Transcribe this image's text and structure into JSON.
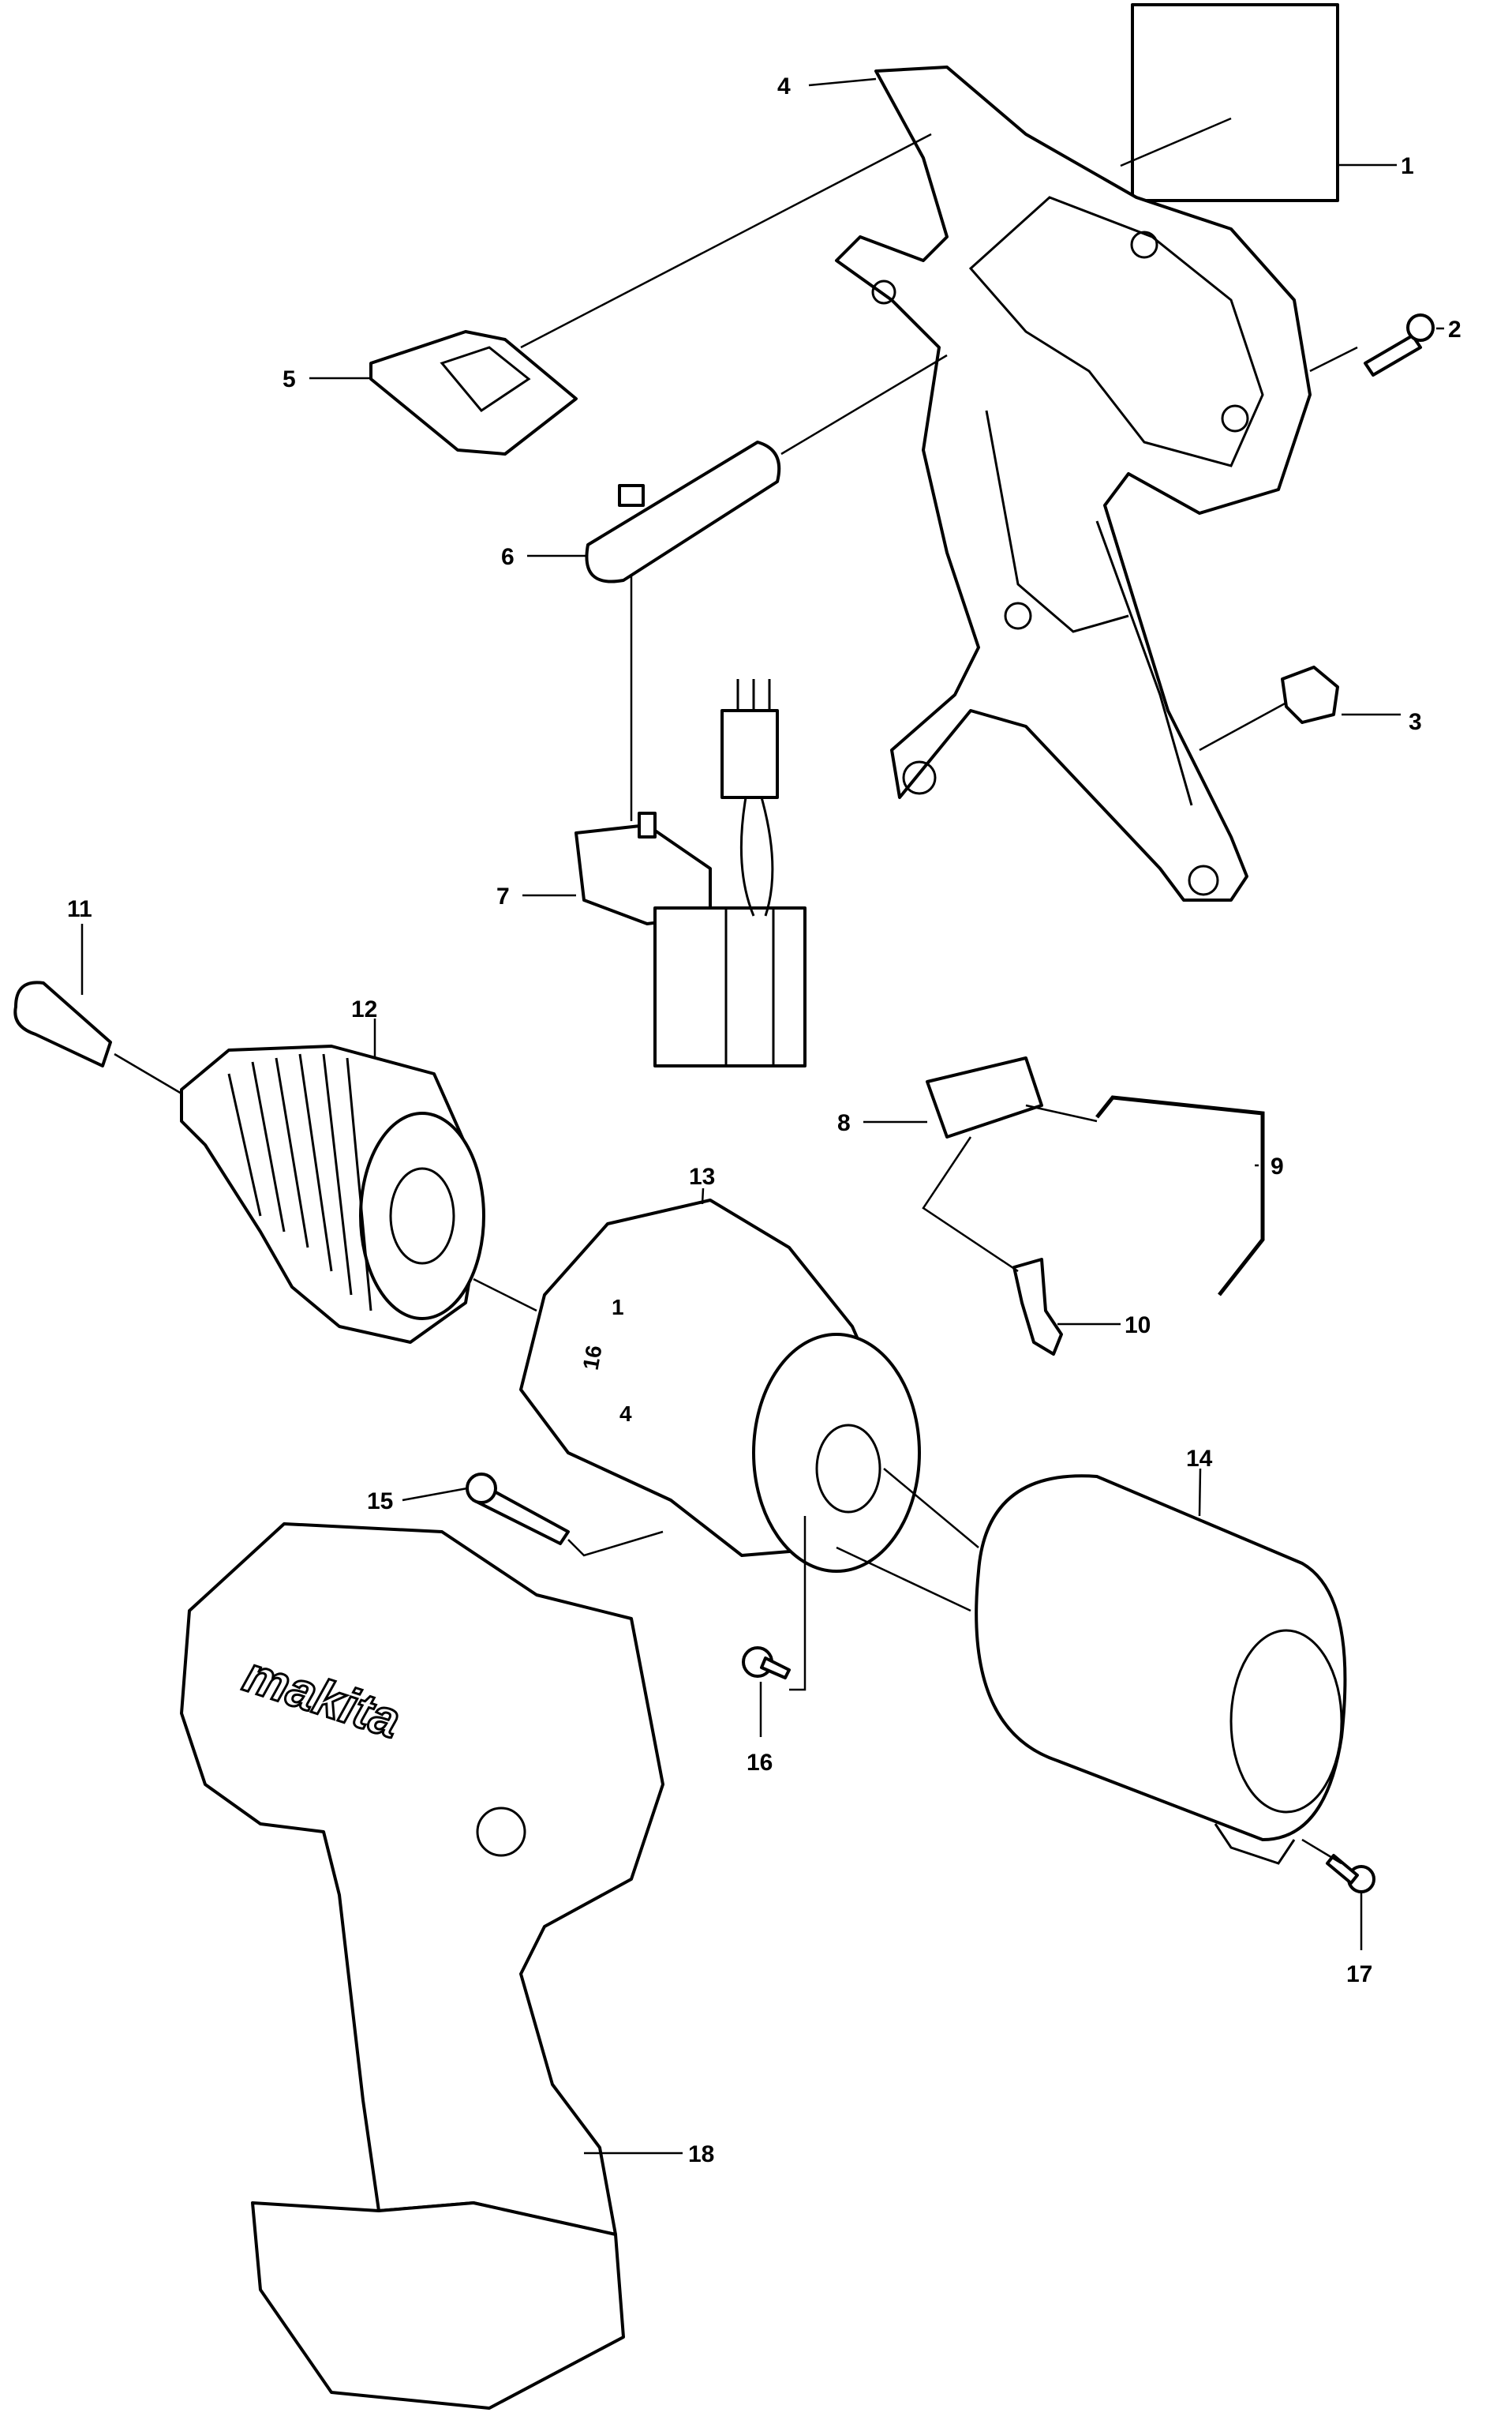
{
  "diagram": {
    "callouts": [
      "1",
      "2",
      "3",
      "4",
      "5",
      "6",
      "7",
      "8",
      "9",
      "10",
      "11",
      "12",
      "13",
      "14",
      "15",
      "16",
      "17",
      "18"
    ],
    "housing_logo": "makita",
    "gearbox_marks": [
      "1",
      "16",
      "4"
    ]
  }
}
